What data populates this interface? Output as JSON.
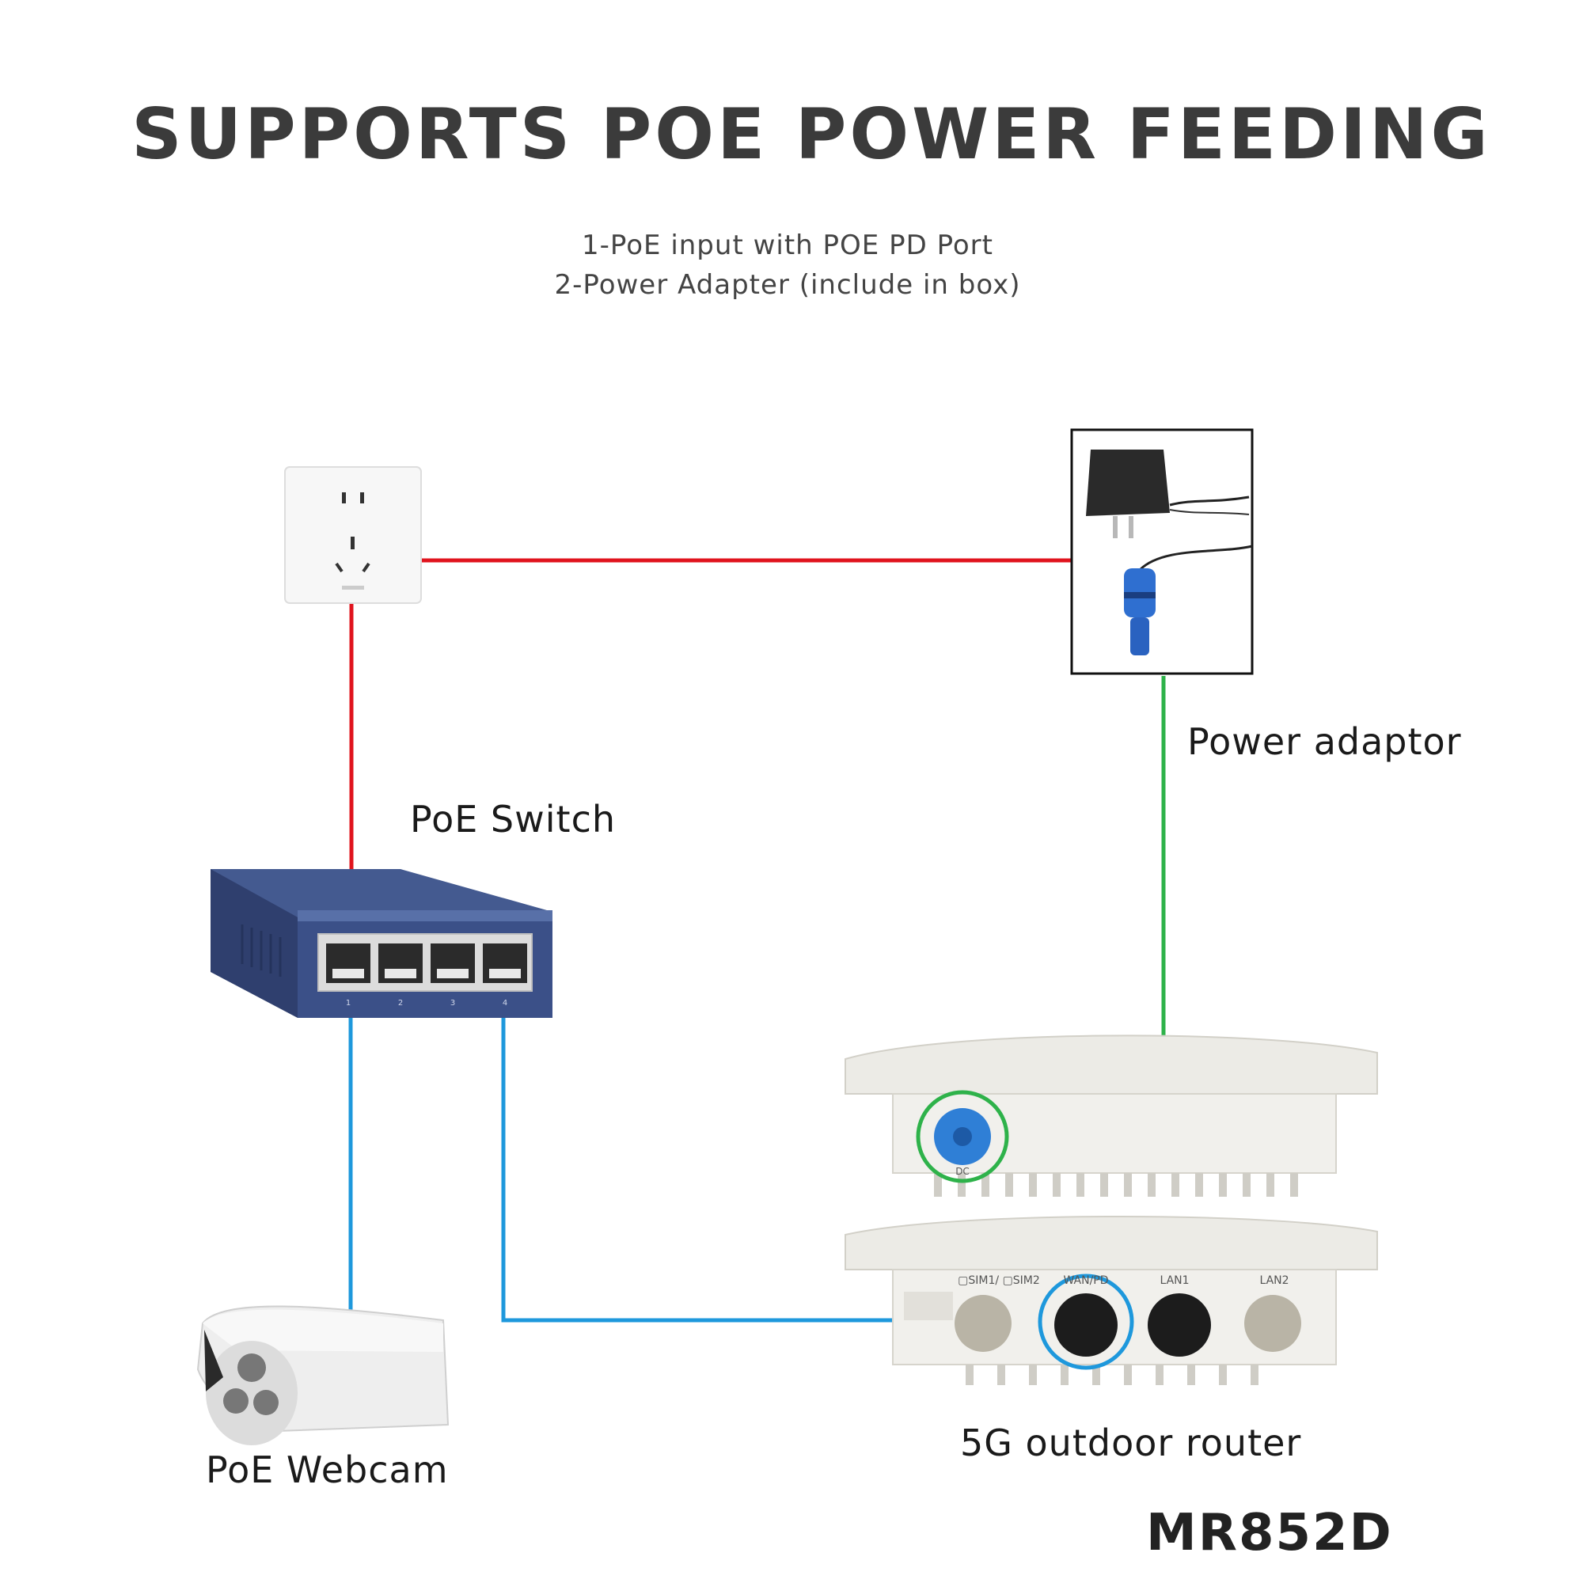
{
  "title": "SUPPORTS POE POWER FEEDING",
  "subtitle_lines": [
    "1-PoE input with POE PD Port",
    "2-Power Adapter (include in box)"
  ],
  "labels": {
    "poe_switch": "PoE  Switch",
    "power_adaptor": "Power adaptor",
    "poe_webcam": "PoE  Webcam",
    "router": "5G outdoor router",
    "model": "MR852D"
  },
  "device_markings": {
    "dc_port": "DC",
    "sim": "▢SIM1/ ▢SIM2",
    "wan_pd": "WAN/PD",
    "lan1": "LAN1",
    "lan2": "LAN2",
    "switch_ports": [
      "1",
      "2",
      "3",
      "4"
    ]
  },
  "colors": {
    "ac_power_line": "#e0141e",
    "dc_power_line": "#2eb24a",
    "ethernet_line": "#1e98dc",
    "title_text": "#3b3b3b"
  },
  "icons": [
    "wall-socket-icon",
    "power-adapter-icon",
    "poe-switch-icon",
    "outdoor-router-icon",
    "webcam-icon"
  ]
}
